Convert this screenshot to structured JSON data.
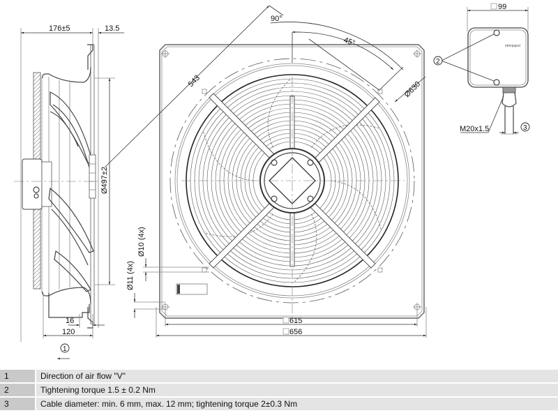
{
  "dimensions": {
    "depth_total": "176±5",
    "flange_offset": "13.5",
    "impeller_diameter": "Ø497±2",
    "hole_dia_10": "Ø10 (4x)",
    "hole_dia_11": "Ø11 (4x)",
    "step_16": "16",
    "depth_120": "120",
    "diagonal_543": "543",
    "angle_90": "90°",
    "angle_45": "45°",
    "circle_630": "Ø630",
    "square_615": "615",
    "square_656": "656",
    "box_99": "99",
    "thread": "M20x1.5"
  },
  "terminal_box": {
    "brand_mark": "ebmpapst"
  },
  "callouts": [
    "1",
    "2",
    "3"
  ],
  "legend": [
    {
      "num": "1",
      "text": "Direction of air flow \"V\""
    },
    {
      "num": "2",
      "text": "Tightening torque 1.5 ± 0.2 Nm"
    },
    {
      "num": "3",
      "text": "Cable diameter: min. 6 mm, max. 12 mm; tightening torque 2±0.3 Nm"
    }
  ],
  "colors": {
    "legend_num_bg": "#c9c9c9",
    "legend_text_bg": "#e4e4e4"
  }
}
